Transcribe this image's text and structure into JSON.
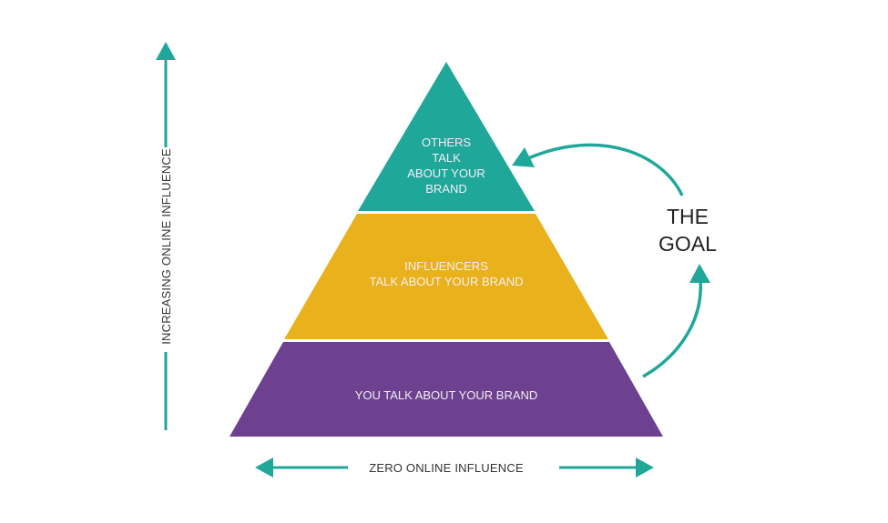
{
  "pyramid": {
    "top": {
      "lines": [
        "OTHERS",
        "TALK",
        "ABOUT YOUR",
        "BRAND"
      ],
      "color": "#1fa79a"
    },
    "middle": {
      "lines": [
        "INFLUENCERS",
        "TALK ABOUT YOUR BRAND"
      ],
      "color": "#e9b21c"
    },
    "bottom": {
      "lines": [
        "YOU TALK ABOUT YOUR BRAND"
      ],
      "color": "#6d418f"
    }
  },
  "vertical_axis": {
    "label": "INCREASING ONLINE INFLUENCE",
    "color": "#1fa79a"
  },
  "horizontal_axis": {
    "label": "ZERO ONLINE INFLUENCE",
    "color": "#1fa79a"
  },
  "goal": {
    "lines": [
      "THE",
      "GOAL"
    ],
    "arrow_color": "#1fa79a"
  }
}
